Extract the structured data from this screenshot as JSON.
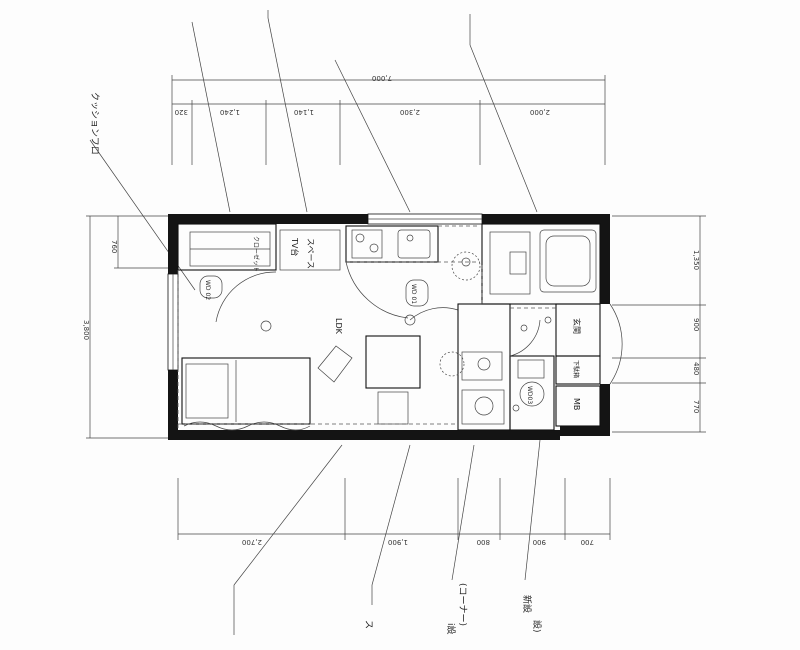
{
  "labels": {
    "cushion_floor": "クッションフロ",
    "bottom_1": "ス",
    "bottom_2a": "(コーナー)",
    "bottom_2b": "i設",
    "bottom_3a": "新設",
    "bottom_3b": "設)"
  },
  "dims_top": {
    "total": "7,000",
    "d1": "320",
    "d2": "1,240",
    "d3": "1,140",
    "d4": "2,300",
    "d5": "2,000"
  },
  "dims_bottom": {
    "d1": "2,700",
    "d2": "1,900",
    "d3": "800",
    "d4": "900",
    "d5": "700"
  },
  "dims_left": {
    "total": "3,800",
    "d1": "760"
  },
  "dims_right": {
    "d1": "1,350",
    "d2": "900",
    "d3": "480",
    "d4": "770"
  },
  "rooms": {
    "closet": "クローゼット",
    "tv": "TV台",
    "space": "スペース",
    "ldk": "LDK",
    "entrance": "玄関",
    "shoe": "下駄箱",
    "mb": "MB",
    "wd02": "WD 02",
    "wd01": "WD 01",
    "wd03": "WD03"
  }
}
